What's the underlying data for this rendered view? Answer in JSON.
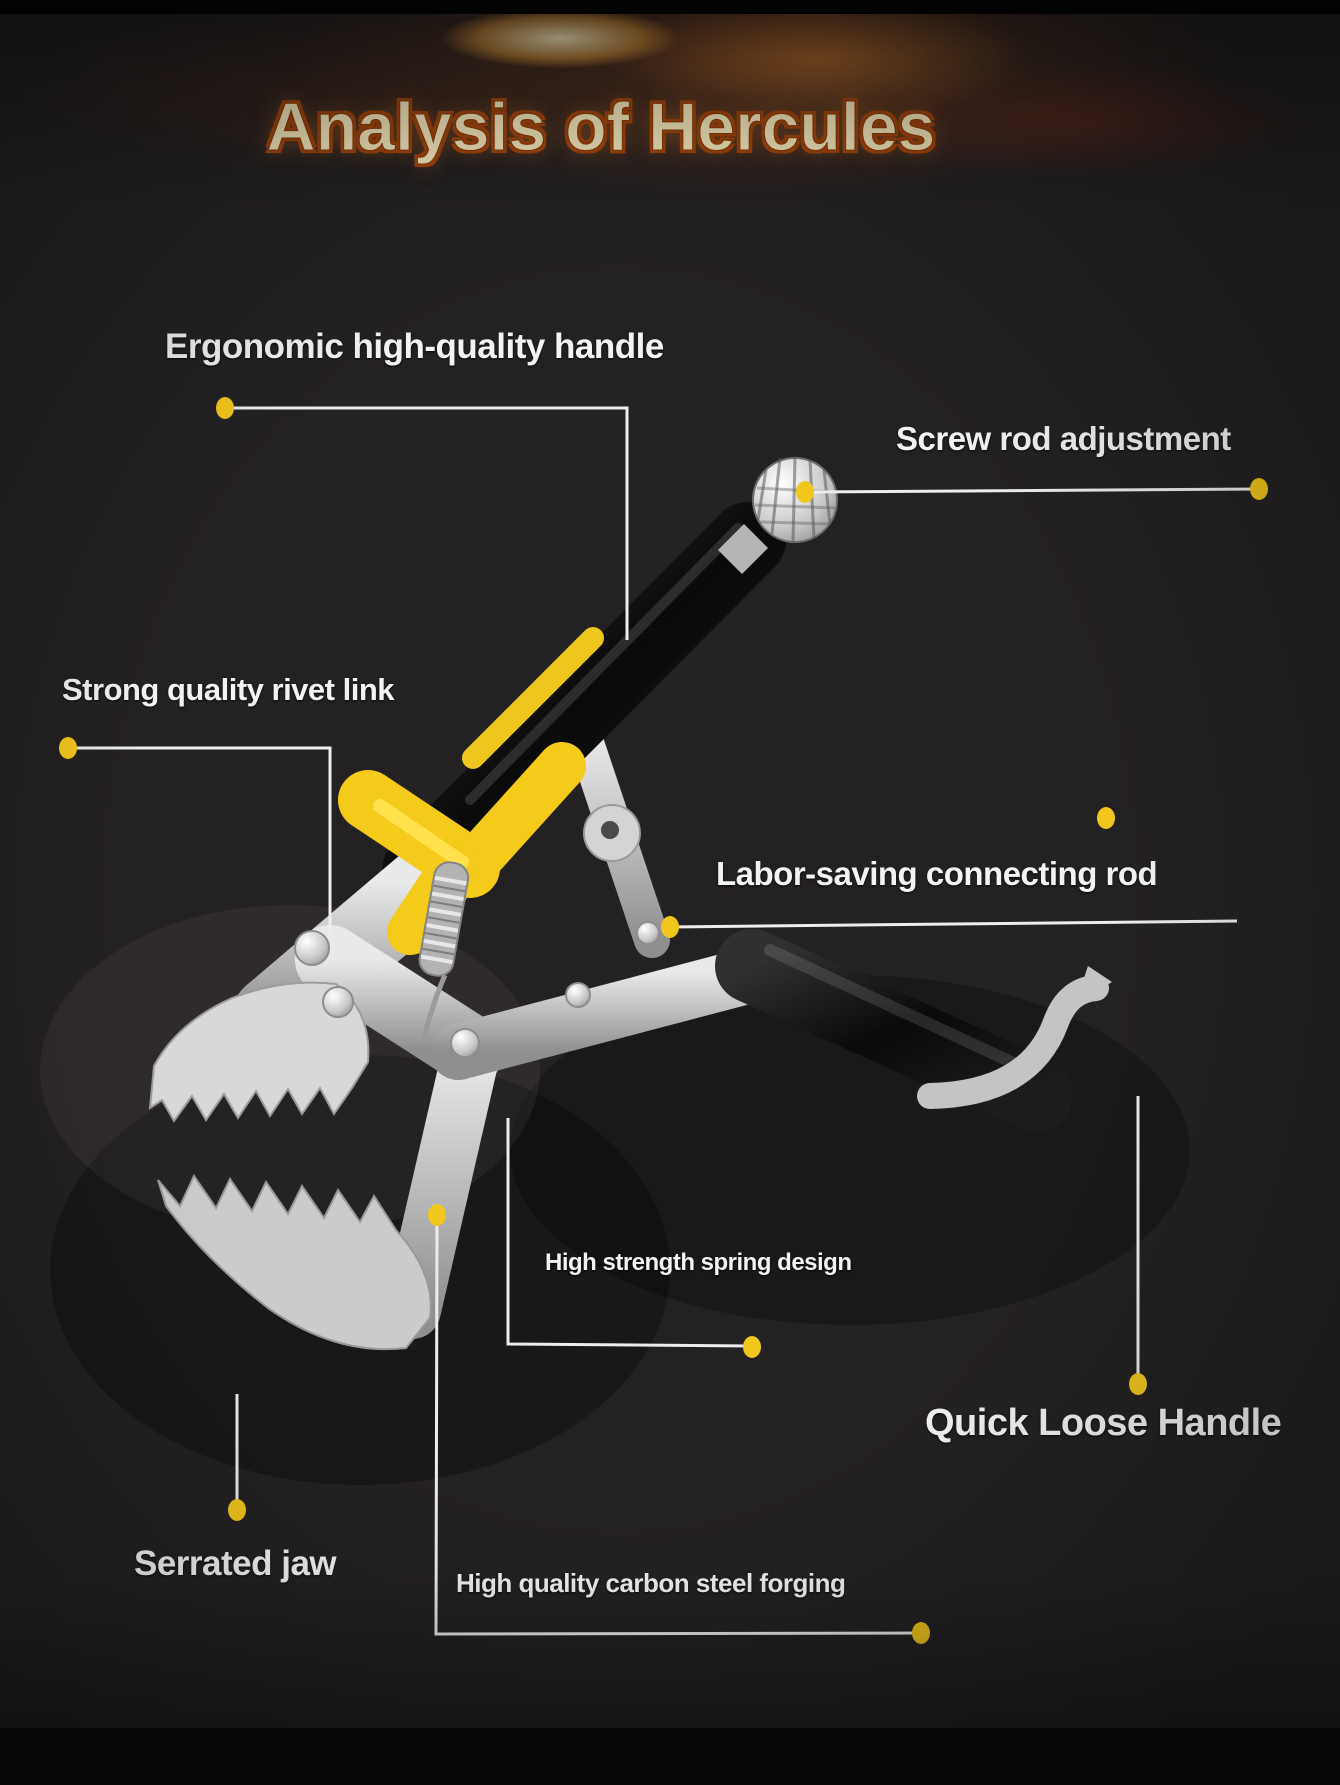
{
  "title": "Analysis of Hercules",
  "callouts": {
    "ergonomic_handle": {
      "label": "Ergonomic high-quality handle"
    },
    "screw_rod": {
      "label": "Screw rod adjustment"
    },
    "rivet_link": {
      "label": "Strong quality rivet link"
    },
    "connecting_rod": {
      "label": "Labor-saving connecting rod"
    },
    "spring": {
      "label": "High strength spring design"
    },
    "quick_loose": {
      "label": "Quick Loose Handle"
    },
    "serrated_jaw": {
      "label": "Serrated jaw"
    },
    "carbon_steel": {
      "label": "High quality carbon steel forging"
    }
  },
  "colors": {
    "accent_dot": "#f2c71d",
    "callout_line": "#ededed",
    "label_text": "#f3f3f3",
    "title_fill": "#fdf0c2",
    "title_outline": "#a8480e",
    "background": "#242122",
    "tool_yellow": "#f4ca1b"
  }
}
